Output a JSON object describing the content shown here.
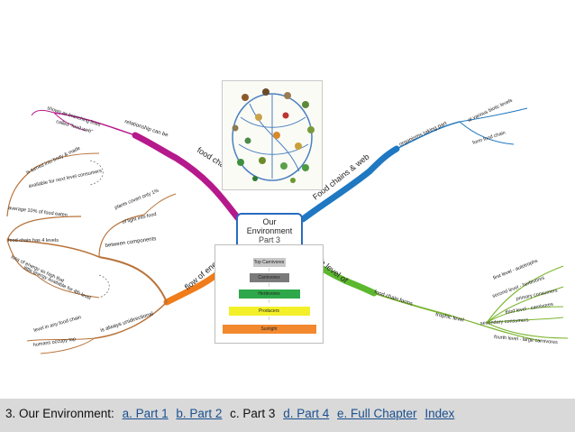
{
  "center": {
    "title_line1": "Our",
    "title_line2": "Environment",
    "subtitle": "Part 3"
  },
  "branches": {
    "food_chain": "food chain",
    "food_chains_web": "Food chains & web",
    "flow_of_energy": "flow of energy",
    "each_level_of": "each level of"
  },
  "nodes": {
    "relationship": "relationship can be",
    "shown_branching": "shown as branching lines",
    "called_food_web": "called \"food web\"",
    "organisms_taking_part": "organisms taking part",
    "at_various_biotic": "at various biotic levels",
    "form_food_chain": "form food chain",
    "turned_into_body": "is turned into body & made",
    "available_next_level": "available for next level consumers",
    "average_10": "average 10% of food eaten",
    "plants_covert": "plants covert only 1%",
    "of_light_into_food": "of light into food",
    "food_chain_4_levels": "food chain has 4 levels",
    "between_components": "between components",
    "loss_of_energy": "loss of energy so high that",
    "little_energy": "little energy available for 4th level",
    "level_in_any": "level in any food chain",
    "is_always_unidirectional": "is always unidirectional",
    "humans_occupy_top": "humans occupy top",
    "food_chain_forms": "food chain forms",
    "trophic_level": "trophic level",
    "first_level": "first level - autotrophs",
    "second_level": "second level - herbivores",
    "primary_consumers": "primary consumers",
    "third_level": "third level - carnivores",
    "secondary_consumers": "secondary consumers",
    "fourth_level": "fourth level - large carnivores"
  },
  "pyramid": {
    "levels": [
      {
        "label": "Top Carnivores",
        "color": "#c8c8c8"
      },
      {
        "label": "Carnivores",
        "color": "#7a7a7a"
      },
      {
        "label": "Herbivores",
        "color": "#2ea84a"
      },
      {
        "label": "Producers",
        "color": "#f3f02a"
      },
      {
        "label": "Sunlight",
        "color": "#f2892e"
      }
    ]
  },
  "footer": {
    "prefix": "3. Our Environment:",
    "link_part1": "a. Part 1",
    "link_part2": "b. Part 2",
    "current": "c. Part 3",
    "link_part4": "d. Part 4",
    "link_full": "e. Full Chapter",
    "link_index": "Index"
  },
  "colors": {
    "food_chain_branch": "#b5198c",
    "food_web_branch": "#1f78c1",
    "flow_energy_branch": "#f07c1a",
    "each_level_branch": "#5cb82e",
    "left_curves": "#b8733a",
    "right_curves": "#7ab52f",
    "center_border": "#2a6bbf",
    "footer_bg": "#d9d9d9",
    "link": "#1a4f8f"
  }
}
